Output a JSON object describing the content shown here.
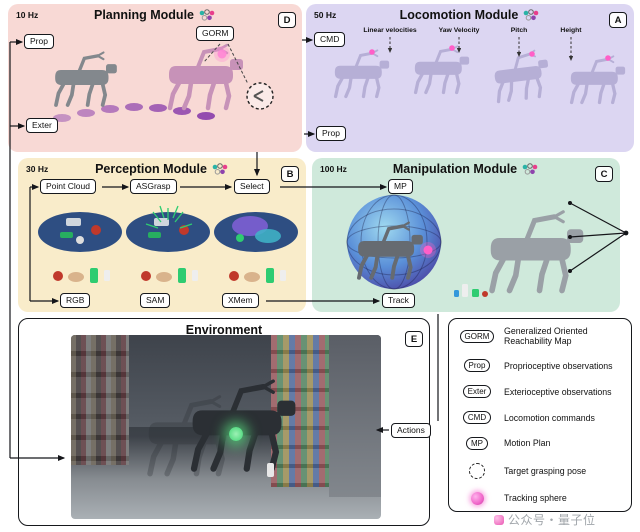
{
  "modules": {
    "planning": {
      "rate": "10 Hz",
      "title": "Planning Module",
      "badge": "D",
      "boxes": {
        "prop": "Prop",
        "gorm": "GORM",
        "exter": "Exter"
      }
    },
    "locomotion": {
      "rate": "50 Hz",
      "title": "Locomotion Module",
      "badge": "A",
      "boxes": {
        "cmd": "CMD",
        "prop": "Prop"
      },
      "labels": [
        "Linear velocities",
        "Yaw Velocity",
        "Pitch",
        "Height"
      ]
    },
    "perception": {
      "rate": "30 Hz",
      "title": "Perception Module",
      "badge": "B",
      "top_boxes": [
        "Point Cloud",
        "ASGrasp",
        "Select"
      ],
      "bottom_boxes": [
        "RGB",
        "SAM",
        "XMem"
      ]
    },
    "manipulation": {
      "rate": "100 Hz",
      "title": "Manipulation Module",
      "badge": "C",
      "boxes": {
        "mp": "MP",
        "track": "Track"
      }
    },
    "environment": {
      "title": "Environment",
      "badge": "E",
      "actions_label": "Actions"
    }
  },
  "legend": {
    "items": [
      {
        "key": "GORM",
        "desc": "Generalized Oriented Reachability Map",
        "icon": "tag"
      },
      {
        "key": "Prop",
        "desc": "Proprioceptive observations",
        "icon": "tag"
      },
      {
        "key": "Exter",
        "desc": "Exterioceptive observations",
        "icon": "tag"
      },
      {
        "key": "CMD",
        "desc": "Locomotion commands",
        "icon": "tag"
      },
      {
        "key": "MP",
        "desc": "Motion Plan",
        "icon": "tag"
      },
      {
        "key": "",
        "desc": "Target grasping pose",
        "icon": "dashed-circle"
      },
      {
        "key": "",
        "desc": "Tracking sphere",
        "icon": "tracking-sphere"
      }
    ]
  },
  "watermark": "公众号・量子位",
  "colors": {
    "planning_bg": "#f8d9d5",
    "locomotion_bg": "#dcd6f2",
    "perception_bg": "#f9ecca",
    "manipulation_bg": "#cfe9db",
    "trail_purple": "#8e44ad",
    "tracking_pink": "#ff5fc8",
    "legend_border": "#16181c"
  }
}
